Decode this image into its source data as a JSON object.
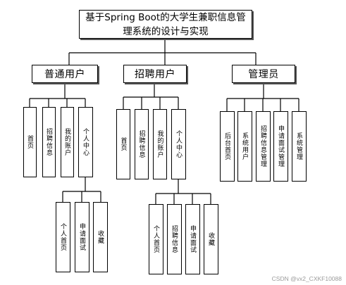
{
  "title": "基于Spring Boot的大学生兼职信息管理系统的设计与实现",
  "groups": [
    {
      "label": "普通用户",
      "children": [
        "首页",
        "招聘信息",
        "我的账户",
        "个人中心"
      ],
      "sub": [
        "个人首页",
        "申请面试",
        "收藏"
      ]
    },
    {
      "label": "招聘用户",
      "children": [
        "首页",
        "招聘信息",
        "我的账户",
        "个人中心"
      ],
      "sub": [
        "个人首页",
        "招聘信息",
        "申请面试",
        "收藏"
      ]
    },
    {
      "label": "管理员",
      "children": [
        "后台首页",
        "系统用户",
        "招聘信息管理",
        "申请面试管理",
        "系统管理"
      ]
    }
  ],
  "watermark": "CSDN @vx2_CXKF10088"
}
